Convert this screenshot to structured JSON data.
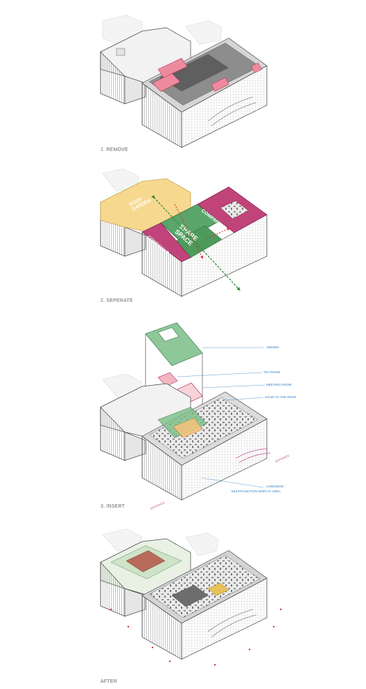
{
  "steps": [
    {
      "caption": "1. REMOVE"
    },
    {
      "caption": "2. SEPERATE",
      "zones": {
        "rooftop": "ROOF\nGARDEN",
        "share": "SHARE\nSPACE",
        "company_a": "COMPANY A",
        "company_b": "COMPANY B"
      }
    },
    {
      "caption": "3. INSERT",
      "labels": {
        "awning": "AWNING",
        "tea_room": "TEA ROOM",
        "meeting_room": "MEETING ROOM",
        "stair": "STAIR TO THE ROOF",
        "corridor": "CORRIDOR",
        "display": "MULTIFUNCTION DISPLAY AREA",
        "entrance_right": "ENTRANCE",
        "entrance_left": "ENTRANCE"
      }
    },
    {
      "caption": "AFTER"
    }
  ],
  "colors": {
    "annotation": "#2a7fc7",
    "company": "#c0447a",
    "share": "#4e9a5b",
    "rooftop": "#f6d58a",
    "highlight": "#e56f85",
    "arrow_red": "#d8312e",
    "arrow_green": "#2e8b3a"
  }
}
